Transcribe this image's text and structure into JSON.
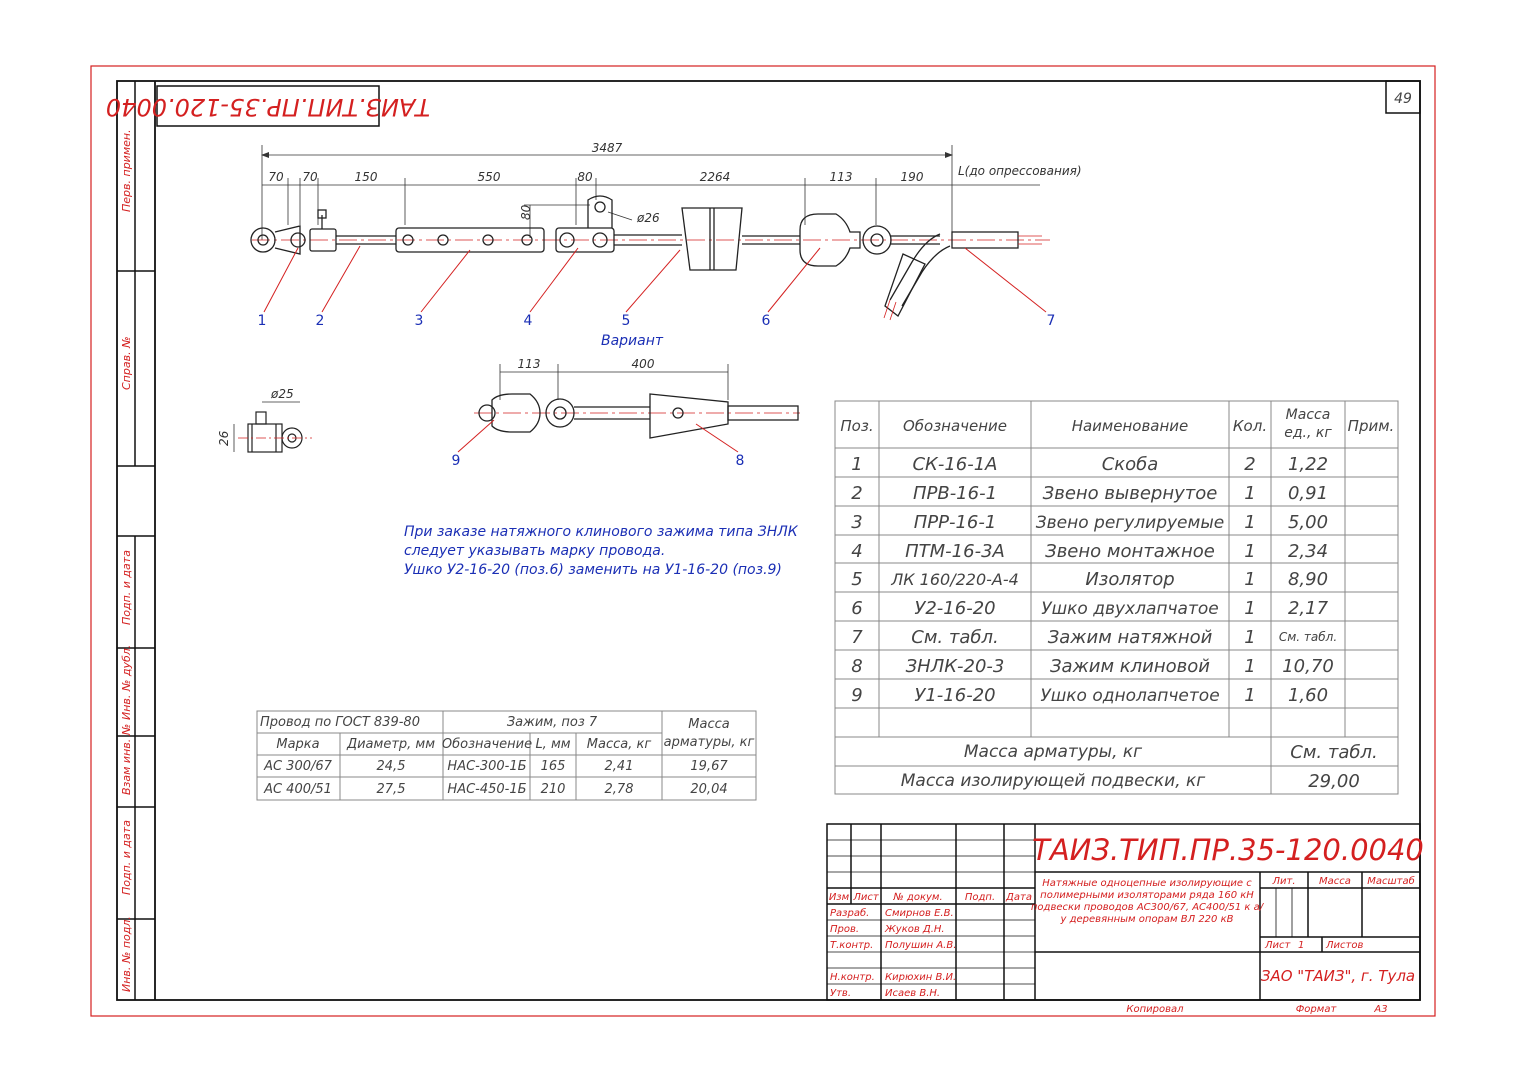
{
  "colors": {
    "frame_red": "#d42020",
    "ink": "#111111",
    "callout_blue": "#1b2fb5",
    "grey": "#888888"
  },
  "sheet": {
    "number": "49",
    "rotated_code": "ТАИЗ.ТИП.ПР.35-120.0040",
    "side_labels": [
      "Перв. примен.",
      "Справ. №",
      "Подп. и дата",
      "Инв. № дубл.",
      "Взам инв. №",
      "Подп. и дата",
      "Инв. № подл."
    ]
  },
  "drawing": {
    "dims_top": [
      "3487",
      "70",
      "70",
      "150",
      "550",
      "80",
      "2264",
      "113",
      "190"
    ],
    "dim_L": "L(до опрессования)",
    "dim_80": "80",
    "dim_d26": "ø26",
    "positions": [
      "1",
      "2",
      "3",
      "4",
      "5",
      "6",
      "7"
    ],
    "variant_title": "Вариант",
    "variant_dims": [
      "113",
      "400"
    ],
    "variant_positions": [
      "9",
      "8"
    ],
    "side_view": {
      "dia": "ø25",
      "width": "26"
    },
    "note": [
      "При заказе натяжного клинового зажима типа ЗНЛК",
      "следует указывать марку провода.",
      "Ушко У2-16-20 (поз.6) заменить на У1-16-20 (поз.9)"
    ]
  },
  "wire_table": {
    "group_wire": "Провод по ГОСТ 839-80",
    "group_clamp": "Зажим, поз 7",
    "col_mass": [
      "Масса",
      "арматуры, кг"
    ],
    "headers": [
      "Марка",
      "Диаметр, мм",
      "Обозначение",
      "L, мм",
      "Масса, кг"
    ],
    "rows": [
      [
        "АС 300/67",
        "24,5",
        "НАС-300-1Б",
        "165",
        "2,41",
        "19,67"
      ],
      [
        "АС 400/51",
        "27,5",
        "НАС-450-1Б",
        "210",
        "2,78",
        "20,04"
      ]
    ]
  },
  "spec_table": {
    "headers": [
      "Поз.",
      "Обозначение",
      "Наименование",
      "Кол.",
      "Масса ед., кг",
      "Прим."
    ],
    "rows": [
      [
        "1",
        "СК-16-1А",
        "Скоба",
        "2",
        "1,22"
      ],
      [
        "2",
        "ПРВ-16-1",
        "Звено вывернутое",
        "1",
        "0,91"
      ],
      [
        "3",
        "ПРР-16-1",
        "Звено регулируемые",
        "1",
        "5,00"
      ],
      [
        "4",
        "ПТМ-16-3А",
        "Звено монтажное",
        "1",
        "2,34"
      ],
      [
        "5",
        "ЛК 160/220-А-4",
        "Изолятор",
        "1",
        "8,90"
      ],
      [
        "6",
        "У2-16-20",
        "Ушко двухлапчатое",
        "1",
        "2,17"
      ],
      [
        "7",
        "См. табл.",
        "Зажим натяжной",
        "1",
        "См. табл."
      ],
      [
        "8",
        "ЗНЛК-20-3",
        "Зажим клиновой",
        "1",
        "10,70"
      ],
      [
        "9",
        "У1-16-20",
        "Ушко однолапчетое",
        "1",
        "1,60"
      ]
    ],
    "total_fittings_label": "Масса арматуры, кг",
    "total_fittings_value": "См. табл.",
    "total_suspension_label": "Масса изолирующей подвески, кг",
    "total_suspension_value": "29,00"
  },
  "title_block": {
    "code": "ТАИЗ.ТИП.ПР.35-120.0040",
    "description": [
      "Натяжные одноцепные изолирующие с",
      "полимерными изоляторами ряда 160 кН",
      "подвески проводов АС300/67, АС400/51 к а/",
      "у  деревянным опорам ВЛ 220 кВ"
    ],
    "col_headers": [
      "Изм",
      "Лист",
      "№ докум.",
      "Подп.",
      "Дата"
    ],
    "roles": [
      {
        "role": "Разраб.",
        "name": "Смирнов Е.В."
      },
      {
        "role": "Пров.",
        "name": "Жуков Д.Н."
      },
      {
        "role": "Т.контр.",
        "name": "Полушин А.В."
      },
      {
        "role": "Н.контр.",
        "name": "Кирюхин В.И."
      },
      {
        "role": "Утв.",
        "name": "Исаев В.Н."
      }
    ],
    "lit": "Лит.",
    "mass": "Масса",
    "scale": "Масштаб",
    "sheet": "Лист",
    "sheet_value": "1",
    "sheets": "Листов",
    "company": "ЗАО \"ТАИЗ\", г. Тула",
    "copied": "Копировал",
    "format": "Формат",
    "format_value": "А3"
  }
}
